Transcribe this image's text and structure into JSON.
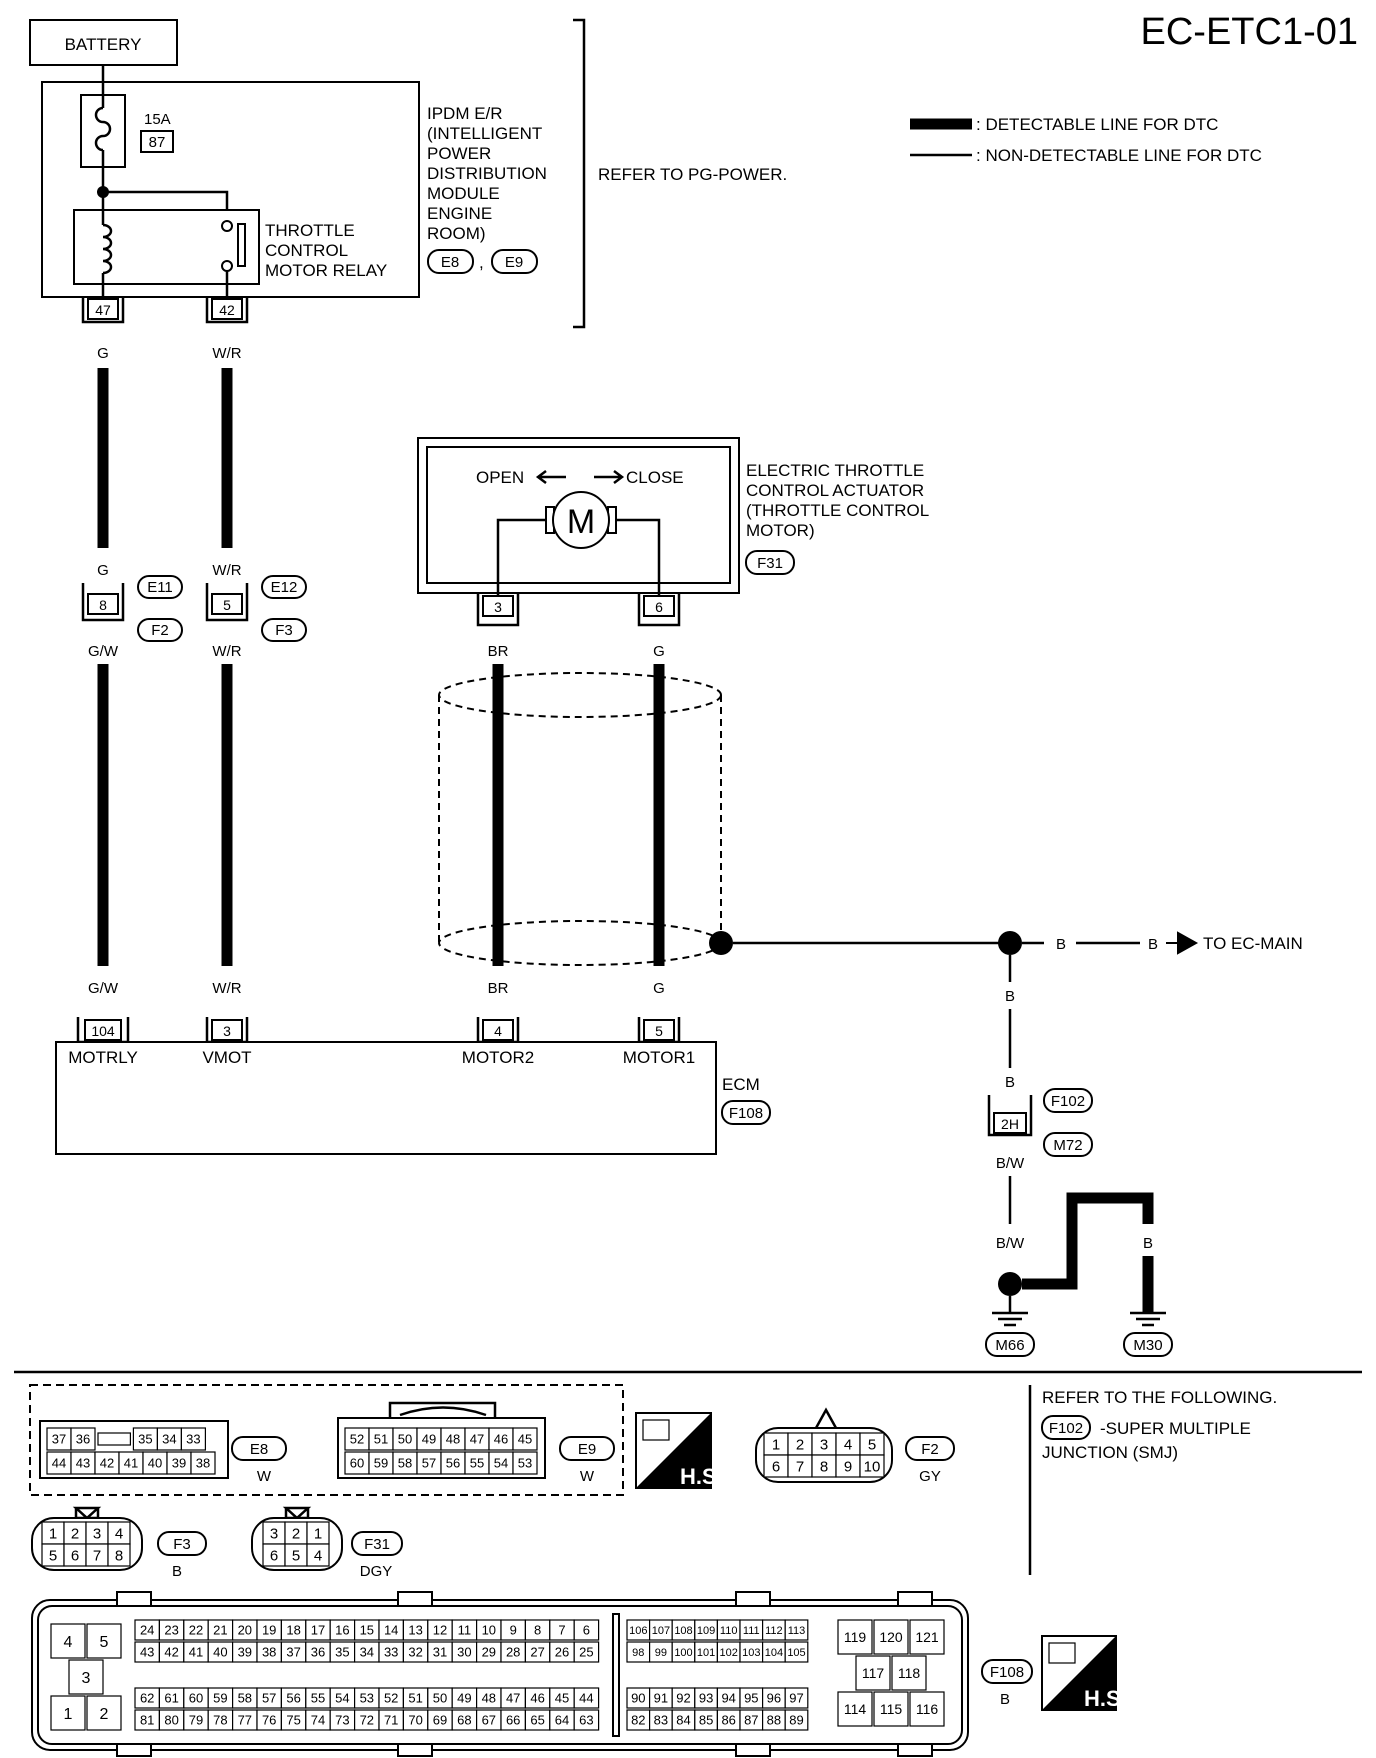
{
  "title": "EC-ETC1-01",
  "legend": {
    "detectable": ": DETECTABLE LINE FOR DTC",
    "non_detectable": ": NON-DETECTABLE LINE FOR DTC"
  },
  "battery": "BATTERY",
  "fuse": {
    "amp": "15A",
    "number": "87"
  },
  "ipdm": {
    "lines": [
      "IPDM E/R",
      "(INTELLIGENT",
      " POWER",
      " DISTRIBUTION",
      " MODULE",
      " ENGINE",
      " ROOM)"
    ],
    "connectors": [
      "E8",
      "E9"
    ],
    "comma": ",",
    "refer": "REFER TO PG-POWER."
  },
  "relay": {
    "lines": [
      "THROTTLE",
      "CONTROL",
      "MOTOR RELAY"
    ]
  },
  "pins": {
    "ipdm_47": "47",
    "ipdm_42": "42",
    "e11_pin": "8",
    "e12_pin": "5",
    "f31_3": "3",
    "f31_6": "6",
    "ecm_104": "104",
    "ecm_3": "3",
    "ecm_4": "4",
    "ecm_5": "5",
    "f102_pin": "2H"
  },
  "wires": {
    "g": "G",
    "wr": "W/R",
    "gw": "G/W",
    "br": "BR",
    "b": "B",
    "bw": "B/W"
  },
  "joint_connectors": {
    "e11": "E11",
    "f2": "F2",
    "e12": "E12",
    "f3": "F3"
  },
  "actuator": {
    "open": "OPEN",
    "close": "CLOSE",
    "motor": "M",
    "lines": [
      "ELECTRIC THROTTLE",
      "CONTROL ACTUATOR",
      "(THROTTLE CONTROL",
      " MOTOR)"
    ],
    "connector": "F31"
  },
  "ecm": {
    "label": "ECM",
    "connector": "F108",
    "terminals": [
      "MOTRLY",
      "VMOT",
      "MOTOR2",
      "MOTOR1"
    ]
  },
  "ground": {
    "to_main": "TO EC-MAIN",
    "f102": "F102",
    "m72": "M72",
    "m66": "M66",
    "m30": "M30"
  },
  "refer_following": {
    "heading": "REFER TO THE FOLLOWING.",
    "connector": "F102",
    "line1": "-SUPER MULTIPLE",
    "line2": "JUNCTION (SMJ)"
  },
  "connector_views": {
    "e8": {
      "name": "E8",
      "color": "W",
      "top": [
        "37",
        "36",
        "",
        "35",
        "34",
        "33"
      ],
      "bottom": [
        "44",
        "43",
        "42",
        "41",
        "40",
        "39",
        "38"
      ]
    },
    "e9": {
      "name": "E9",
      "color": "W",
      "top": [
        "52",
        "51",
        "50",
        "49",
        "48",
        "47",
        "46",
        "45"
      ],
      "bottom": [
        "60",
        "59",
        "58",
        "57",
        "56",
        "55",
        "54",
        "53"
      ]
    },
    "f2": {
      "name": "F2",
      "color": "GY",
      "top": [
        "1",
        "2",
        "3",
        "4",
        "5"
      ],
      "bottom": [
        "6",
        "7",
        "8",
        "9",
        "10"
      ]
    },
    "f3": {
      "name": "F3",
      "color": "B",
      "top": [
        "1",
        "2",
        "3",
        "4"
      ],
      "bottom": [
        "5",
        "6",
        "7",
        "8"
      ]
    },
    "f31": {
      "name": "F31",
      "color": "DGY",
      "top": [
        "3",
        "2",
        "1"
      ],
      "bottom": [
        "6",
        "5",
        "4"
      ]
    },
    "f108": {
      "name": "F108",
      "color": "B",
      "left_block": [
        "4",
        "5",
        "3",
        "1",
        "2"
      ],
      "row1": [
        "24",
        "23",
        "22",
        "21",
        "20",
        "19",
        "18",
        "17",
        "16",
        "15",
        "14",
        "13",
        "12",
        "11",
        "10",
        "9",
        "8",
        "7",
        "6"
      ],
      "row2": [
        "43",
        "42",
        "41",
        "40",
        "39",
        "38",
        "37",
        "36",
        "35",
        "34",
        "33",
        "32",
        "31",
        "30",
        "29",
        "28",
        "27",
        "26",
        "25"
      ],
      "row3": [
        "62",
        "61",
        "60",
        "59",
        "58",
        "57",
        "56",
        "55",
        "54",
        "53",
        "52",
        "51",
        "50",
        "49",
        "48",
        "47",
        "46",
        "45",
        "44"
      ],
      "row4": [
        "81",
        "80",
        "79",
        "78",
        "77",
        "76",
        "75",
        "74",
        "73",
        "72",
        "71",
        "70",
        "69",
        "68",
        "67",
        "66",
        "65",
        "64",
        "63"
      ],
      "row5": [
        "106",
        "107",
        "108",
        "109",
        "110",
        "111",
        "112",
        "113"
      ],
      "row6": [
        "98",
        "99",
        "100",
        "101",
        "102",
        "103",
        "104",
        "105"
      ],
      "row7": [
        "90",
        "91",
        "92",
        "93",
        "94",
        "95",
        "96",
        "97"
      ],
      "row8": [
        "82",
        "83",
        "84",
        "85",
        "86",
        "87",
        "88",
        "89"
      ],
      "right_block": [
        "119",
        "120",
        "121",
        "117",
        "118",
        "114",
        "115",
        "116"
      ]
    },
    "hs": "H.S."
  }
}
